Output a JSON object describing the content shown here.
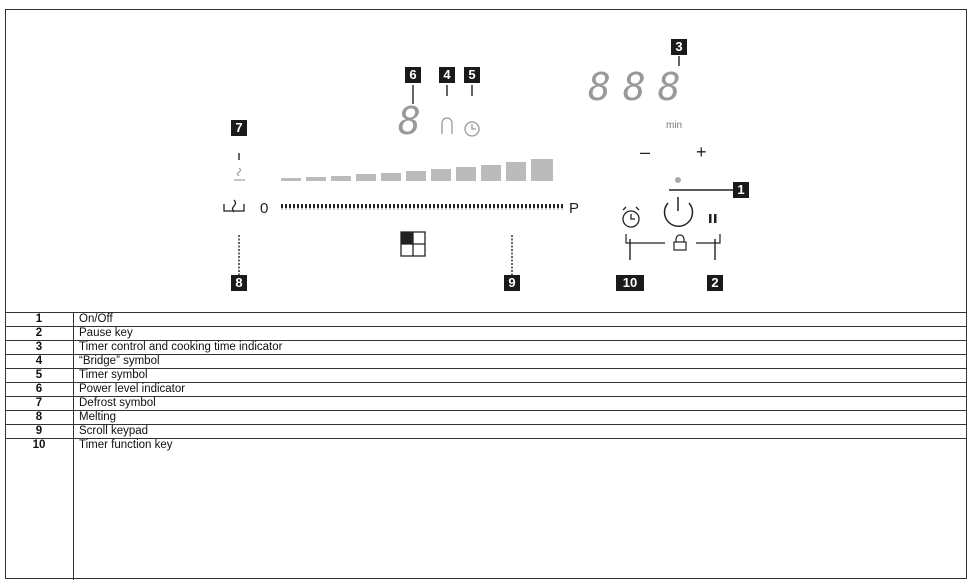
{
  "diagram": {
    "scale_start": "0",
    "scale_end": "P",
    "timer_digits": "888",
    "power_digit": "8",
    "unit_label": "min",
    "minus_label": "–",
    "plus_label": "+",
    "callouts": [
      "1",
      "2",
      "3",
      "4",
      "5",
      "6",
      "7",
      "8",
      "9",
      "10"
    ],
    "icons": [
      "power-icon",
      "pause-icon",
      "alarm-clock-icon",
      "lock-icon",
      "bridge-icon",
      "timer-icon",
      "defrost-icon",
      "melting-icon",
      "zone-selector-icon"
    ]
  },
  "legend": [
    {
      "num": "1",
      "desc": "On/Off"
    },
    {
      "num": "2",
      "desc": "Pause key"
    },
    {
      "num": "3",
      "desc": "Timer control and cooking time indicator"
    },
    {
      "num": "4",
      "desc": "“Bridge” symbol"
    },
    {
      "num": "5",
      "desc": "Timer symbol"
    },
    {
      "num": "6",
      "desc": "Power level indicator"
    },
    {
      "num": "7",
      "desc": "Defrost symbol"
    },
    {
      "num": "8",
      "desc": "Melting"
    },
    {
      "num": "9",
      "desc": "Scroll keypad"
    },
    {
      "num": "10",
      "desc": "Timer function key"
    }
  ]
}
